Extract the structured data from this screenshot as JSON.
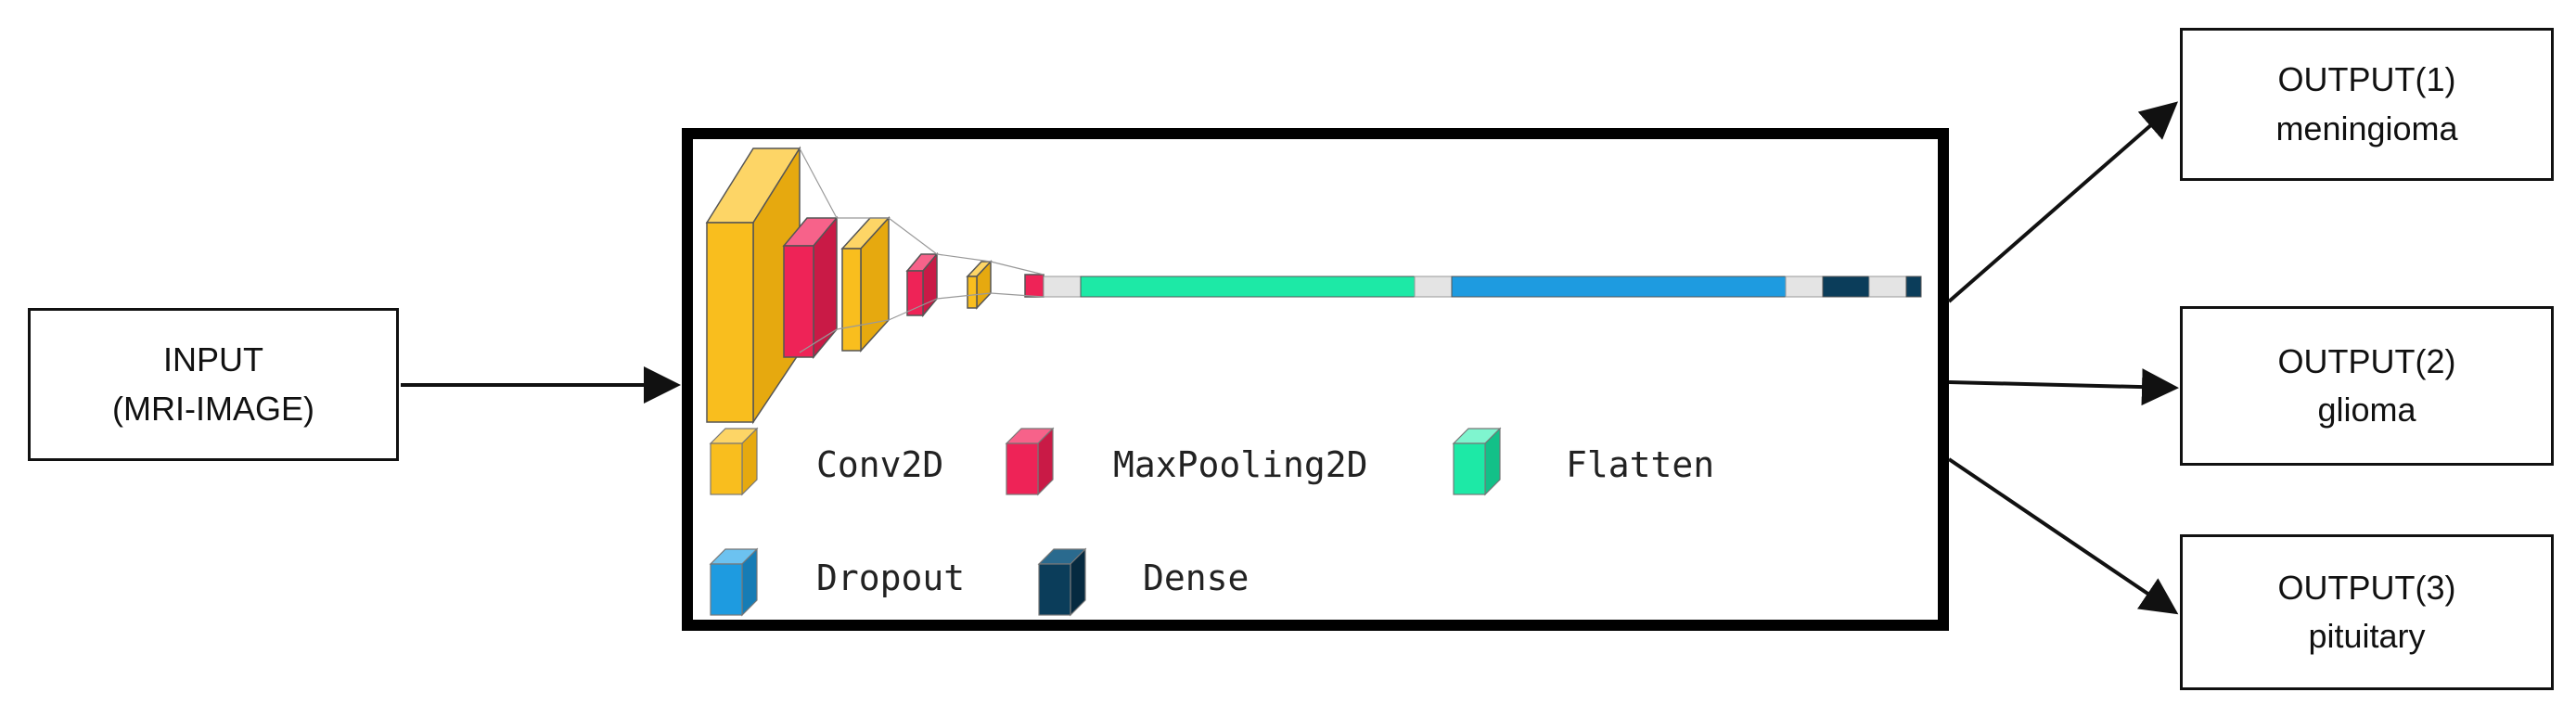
{
  "input": {
    "line1": "INPUT",
    "line2": "(MRI-IMAGE)"
  },
  "outputs": [
    {
      "title": "OUTPUT(1)",
      "label": "meningioma"
    },
    {
      "title": "OUTPUT(2)",
      "label": "glioma"
    },
    {
      "title": "OUTPUT(3)",
      "label": "pituitary"
    }
  ],
  "legend": [
    {
      "label": "Conv2D",
      "color": "#f9be1e"
    },
    {
      "label": "MaxPooling2D",
      "color": "#ee2357"
    },
    {
      "label": "Flatten",
      "color": "#1de9a6"
    },
    {
      "label": "Dropout",
      "color": "#1e9be0"
    },
    {
      "label": "Dense",
      "color": "#0b3d5a"
    }
  ]
}
